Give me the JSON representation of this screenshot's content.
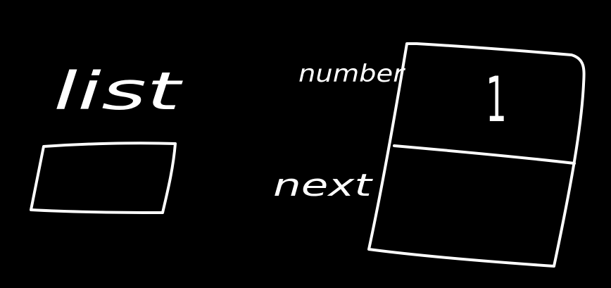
{
  "labels": {
    "list": "list",
    "number": "number",
    "next": "next",
    "value": "1"
  },
  "colors": {
    "background": "#000000",
    "ink": "#ffffff"
  }
}
